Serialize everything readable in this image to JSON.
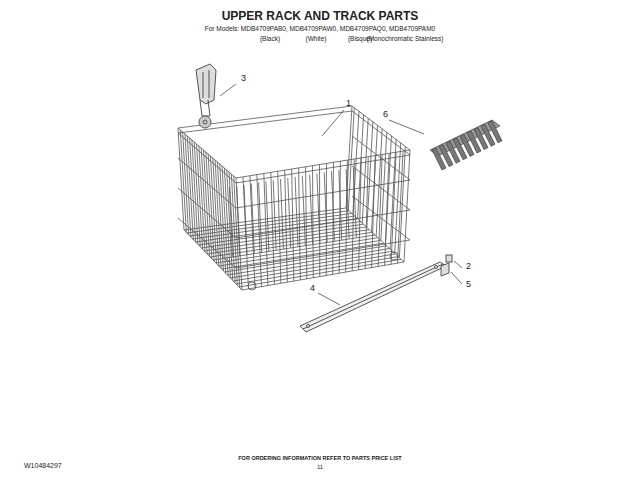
{
  "diagram": {
    "title": "UPPER RACK AND TRACK PARTS",
    "labels": [
      "For Models: MDB4709PAB0, MDB4709PAW0, MDB4709PAQ0, MDB4709PAM0",
      "(Black)",
      "(White)",
      "(Bisque)",
      "(Monochromatic Stainless)",
      "3",
      "1",
      "6",
      "2",
      "5",
      "4",
      "FOR ORDERING INFORMATION REFER TO PARTS PRICE LIST",
      "W10484297",
      "11"
    ]
  }
}
